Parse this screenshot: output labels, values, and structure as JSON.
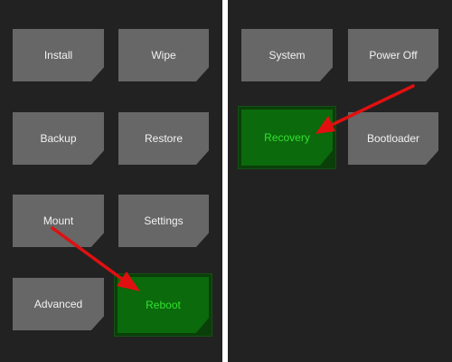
{
  "left_panel": {
    "buttons": {
      "install": "Install",
      "wipe": "Wipe",
      "backup": "Backup",
      "restore": "Restore",
      "mount": "Mount",
      "settings": "Settings",
      "advanced": "Advanced",
      "reboot": "Reboot"
    }
  },
  "right_panel": {
    "buttons": {
      "system": "System",
      "power_off": "Power Off",
      "recovery": "Recovery",
      "bootloader": "Bootloader"
    }
  },
  "colors": {
    "background": "#222222",
    "tile": "#676767",
    "selected_tile": "#0b6a0b",
    "selected_text": "#33e033",
    "arrow": "#e01010"
  },
  "icons": {
    "annotation": "red-arrow-icon"
  }
}
